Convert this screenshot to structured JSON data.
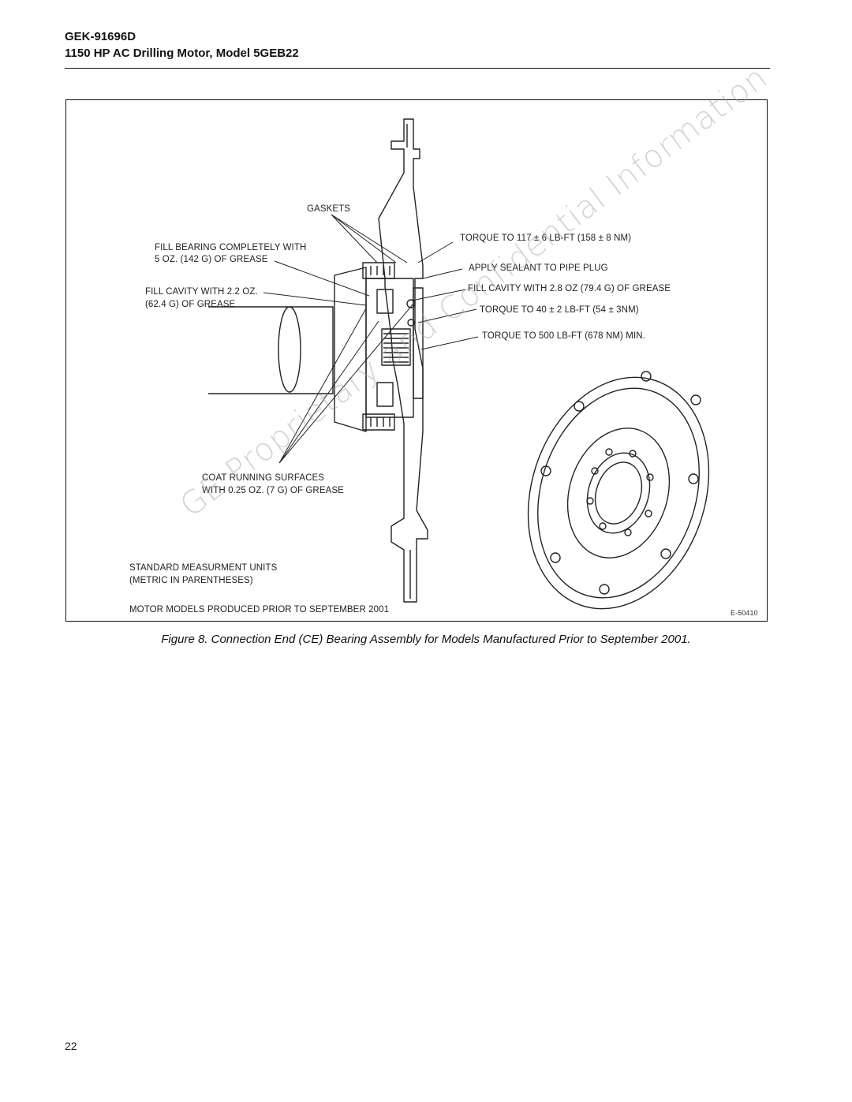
{
  "header": {
    "doc_number": "GEK-91696D",
    "doc_title": "1150 HP AC Drilling Motor, Model 5GEB22"
  },
  "figure": {
    "labels": {
      "gaskets": "GASKETS",
      "fill_bearing_1": "FILL BEARING COMPLETELY WITH",
      "fill_bearing_2": "5 OZ. (142 G) OF GREASE",
      "fill_cavity_a1": "FILL CAVITY WITH 2.2 OZ.",
      "fill_cavity_a2": "(62.4 G) OF GREASE",
      "torque_117": "TORQUE TO 117 ± 6 LB-FT (158 ± 8 NM)",
      "apply_sealant": "APPLY SEALANT TO PIPE PLUG",
      "fill_cavity_b": "FILL CAVITY WITH 2.8 OZ (79.4 G) OF GREASE",
      "torque_40": "TORQUE TO 40 ± 2 LB-FT (54 ± 3NM)",
      "torque_500": "TORQUE TO 500 LB-FT (678 NM) MIN.",
      "coat_1": "COAT RUNNING SURFACES",
      "coat_2": "WITH 0.25 OZ. (7 G) OF GREASE",
      "units_1": "STANDARD MEASURMENT UNITS",
      "units_2": "(METRIC IN PARENTHESES)",
      "models_note": "MOTOR MODELS PRODUCED PRIOR TO SEPTEMBER 2001",
      "drawing_id": "E-50410"
    },
    "caption": "Figure 8.  Connection End (CE) Bearing Assembly for Models Manufactured Prior to September 2001."
  },
  "watermark": "GE Proprietary and Confidential Information",
  "page_number": "22"
}
